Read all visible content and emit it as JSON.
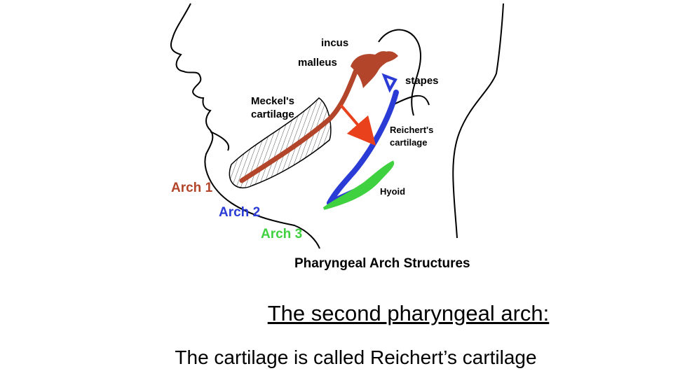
{
  "diagram": {
    "labels": {
      "incus": "incus",
      "malleus": "malleus",
      "stapes": "stapes",
      "meckels_line1": "Meckel's",
      "meckels_line2": "cartilage",
      "reicherts_line1": "Reichert's",
      "reicherts_line2": "cartilage",
      "hyoid": "Hyoid",
      "arch1": "Arch 1",
      "arch2": "Arch 2",
      "arch3": "Arch 3"
    },
    "caption": "Pharyngeal Arch Structures",
    "colors": {
      "arch1": "#b2452a",
      "arch2": "#2a3bd6",
      "arch3": "#3fd13f",
      "arrow": "#e8411c",
      "outline": "#000000",
      "hatch": "#555555"
    }
  },
  "slide": {
    "heading": "The second pharyngeal arch:",
    "body": "The cartilage is called Reichert’s cartilage"
  }
}
